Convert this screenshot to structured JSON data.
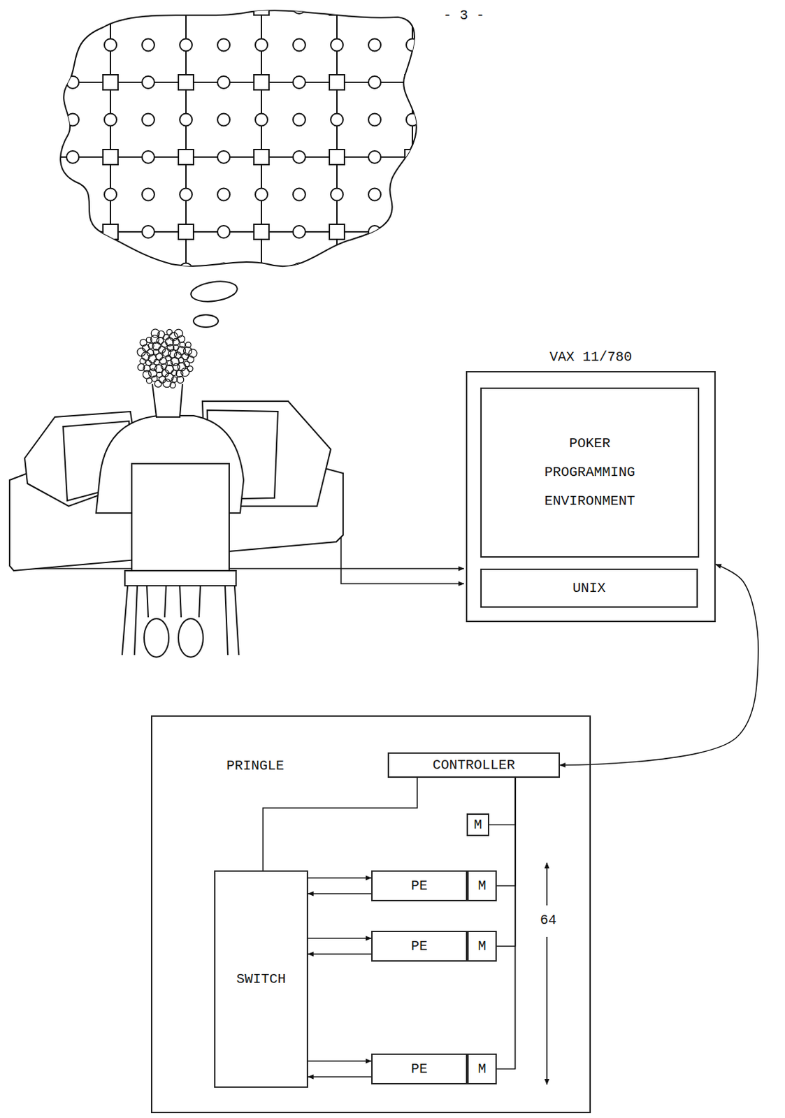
{
  "diagram": {
    "nodes": [
      {
        "text": [
          "VAX 11/780"
        ]
      },
      {
        "text": [
          "POKER PROGRAMMING ENVIRONMENT"
        ],
        "in": 0
      },
      {
        "text": [
          "UNIX"
        ],
        "in": 0
      },
      {
        "text": [
          "PRINGLE"
        ]
      },
      {
        "text": [
          "CONTROLLER"
        ],
        "in": 3
      },
      {
        "text": [
          "M"
        ],
        "in": 3
      },
      {
        "text": [
          "SWITCH"
        ],
        "in": 3
      },
      {
        "text": [
          "PE"
        ],
        "in": 3
      },
      {
        "text": [
          "M"
        ],
        "in": 3
      },
      {
        "text": [
          "PE"
        ],
        "in": 3
      },
      {
        "text": [
          "M"
        ],
        "in": 3
      },
      {
        "text": [
          "PE"
        ],
        "in": 3
      },
      {
        "text": [
          "M"
        ],
        "in": 3
      }
    ],
    "edges": [
      {
        "from": 0,
        "to": 4,
        "arrow": "both"
      },
      {
        "from": 4,
        "to": 6,
        "arrow": "none"
      },
      {
        "from": 6,
        "to": 7,
        "arrow": "both"
      },
      {
        "from": 6,
        "to": 9,
        "arrow": "both"
      },
      {
        "from": 6,
        "to": 11,
        "arrow": "both"
      },
      {
        "from": 4,
        "to": 5,
        "arrow": "none"
      },
      {
        "from": 4,
        "to": 8,
        "arrow": "none"
      },
      {
        "from": 4,
        "to": 10,
        "arrow": "none"
      },
      {
        "from": 4,
        "to": 12,
        "arrow": "none"
      }
    ],
    "labels": [
      "- 3 -",
      "64"
    ]
  }
}
